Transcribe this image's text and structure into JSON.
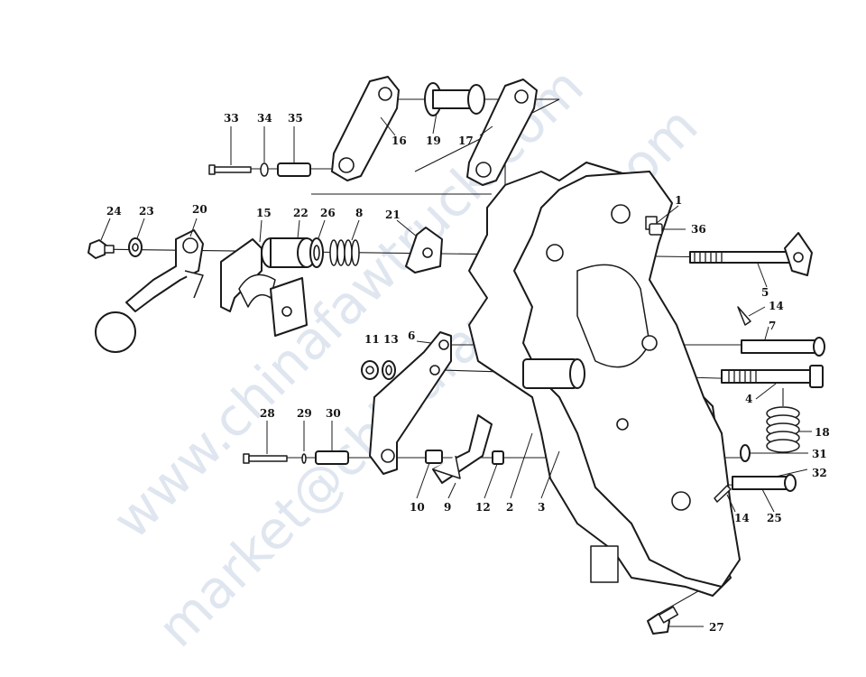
{
  "callouts": {
    "p1": "1",
    "p2": "2",
    "p3": "3",
    "p4": "4",
    "p5": "5",
    "p6": "6",
    "p7": "7",
    "p8": "8",
    "p9": "9",
    "p10": "10",
    "p11": "11",
    "p12": "12",
    "p13": "13",
    "p14a": "14",
    "p14b": "14",
    "p15": "15",
    "p16": "16",
    "p17": "17",
    "p18": "18",
    "p19": "19",
    "p20": "20",
    "p21": "21",
    "p22": "22",
    "p23": "23",
    "p24": "24",
    "p25": "25",
    "p26": "26",
    "p27": "27",
    "p28": "28",
    "p29": "29",
    "p30": "30",
    "p31": "31",
    "p32": "32",
    "p33": "33",
    "p34": "34",
    "p35": "35",
    "p36": "36"
  },
  "watermark": {
    "line1": "www.chinafawtruck.com",
    "line2": "market@chinafawtruck.com"
  },
  "colors": {
    "ink": "#1a1a1a",
    "watermark": "#b9c8dc",
    "background": "#ffffff"
  }
}
